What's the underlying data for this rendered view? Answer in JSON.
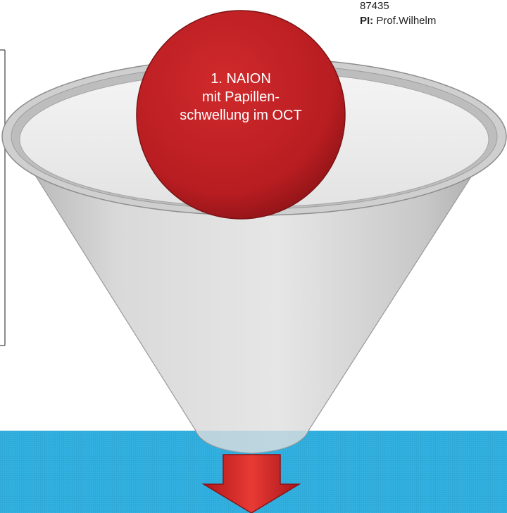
{
  "header": {
    "id_number": "87435",
    "pi_label": "PI:",
    "pi_name": "Prof.Wilhelm"
  },
  "funnel": {
    "criterion_lines": [
      "1. NAION",
      "mit Papillen-",
      "schwellung im OCT"
    ]
  },
  "colors": {
    "circle": "#bf1e22",
    "band": "#33b3e3",
    "arrow": "#d9221f",
    "funnel": "#d7d7d7"
  }
}
